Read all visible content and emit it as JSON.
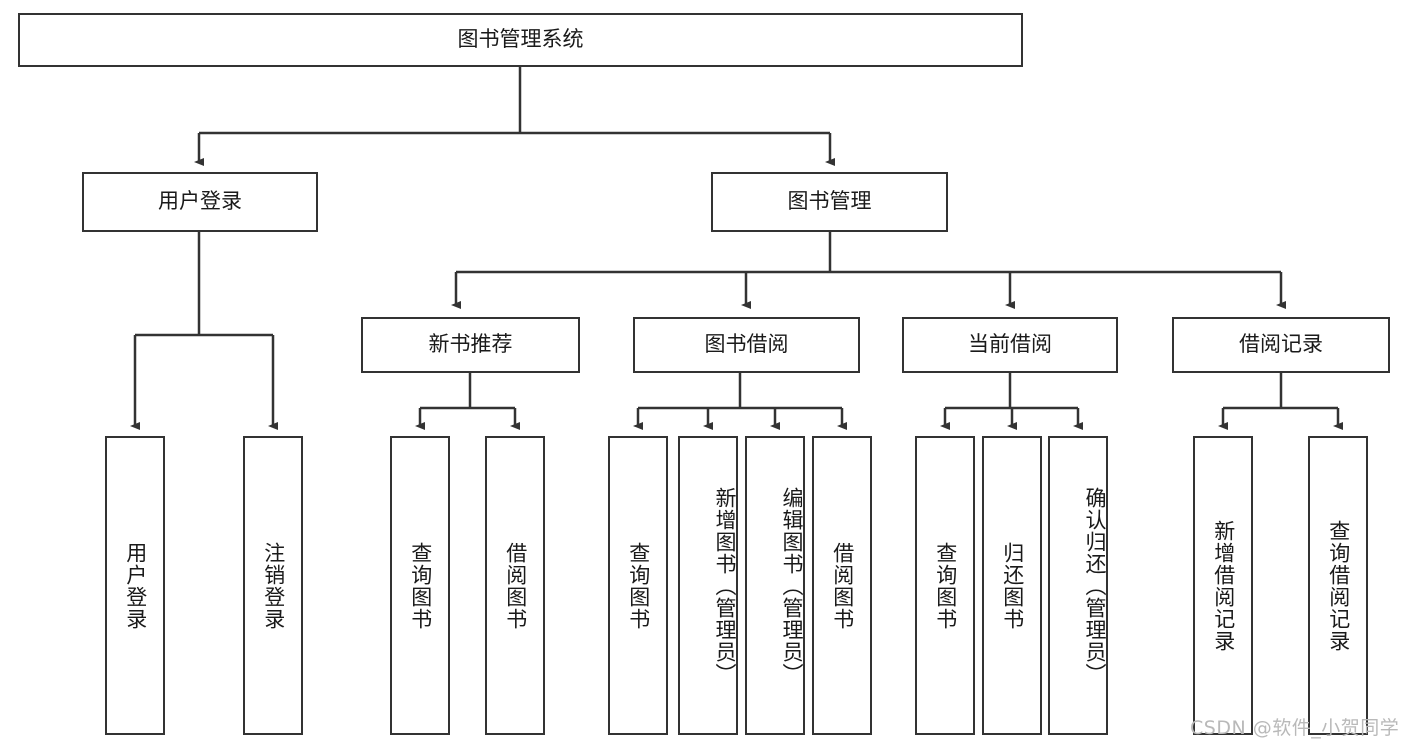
{
  "diagram": {
    "type": "tree-hierarchy-diagram",
    "title": "图书管理系统",
    "watermark": "CSDN @软件_小贺同学",
    "colors": {
      "stroke": "#333333",
      "fill": "#ffffff",
      "text": "#1a1a1a",
      "watermark": "#b9b9b9"
    },
    "nodes": {
      "root": "图书管理系统",
      "level2": [
        "用户登录",
        "图书管理"
      ],
      "level3": [
        "新书推荐",
        "图书借阅",
        "当前借阅",
        "借阅记录"
      ],
      "leaves": {
        "user_login": [
          "用户登录",
          "注销登录"
        ],
        "new_book_recommend": [
          "查询图书",
          "借阅图书"
        ],
        "book_borrow": [
          "查询图书",
          "新增图书（管理员）",
          "编辑图书（管理员）",
          "借阅图书"
        ],
        "current_borrow": [
          "查询图书",
          "归还图书",
          "确认归还（管理员）"
        ],
        "borrow_record": [
          "新增借阅记录",
          "查询借阅记录"
        ]
      }
    }
  }
}
